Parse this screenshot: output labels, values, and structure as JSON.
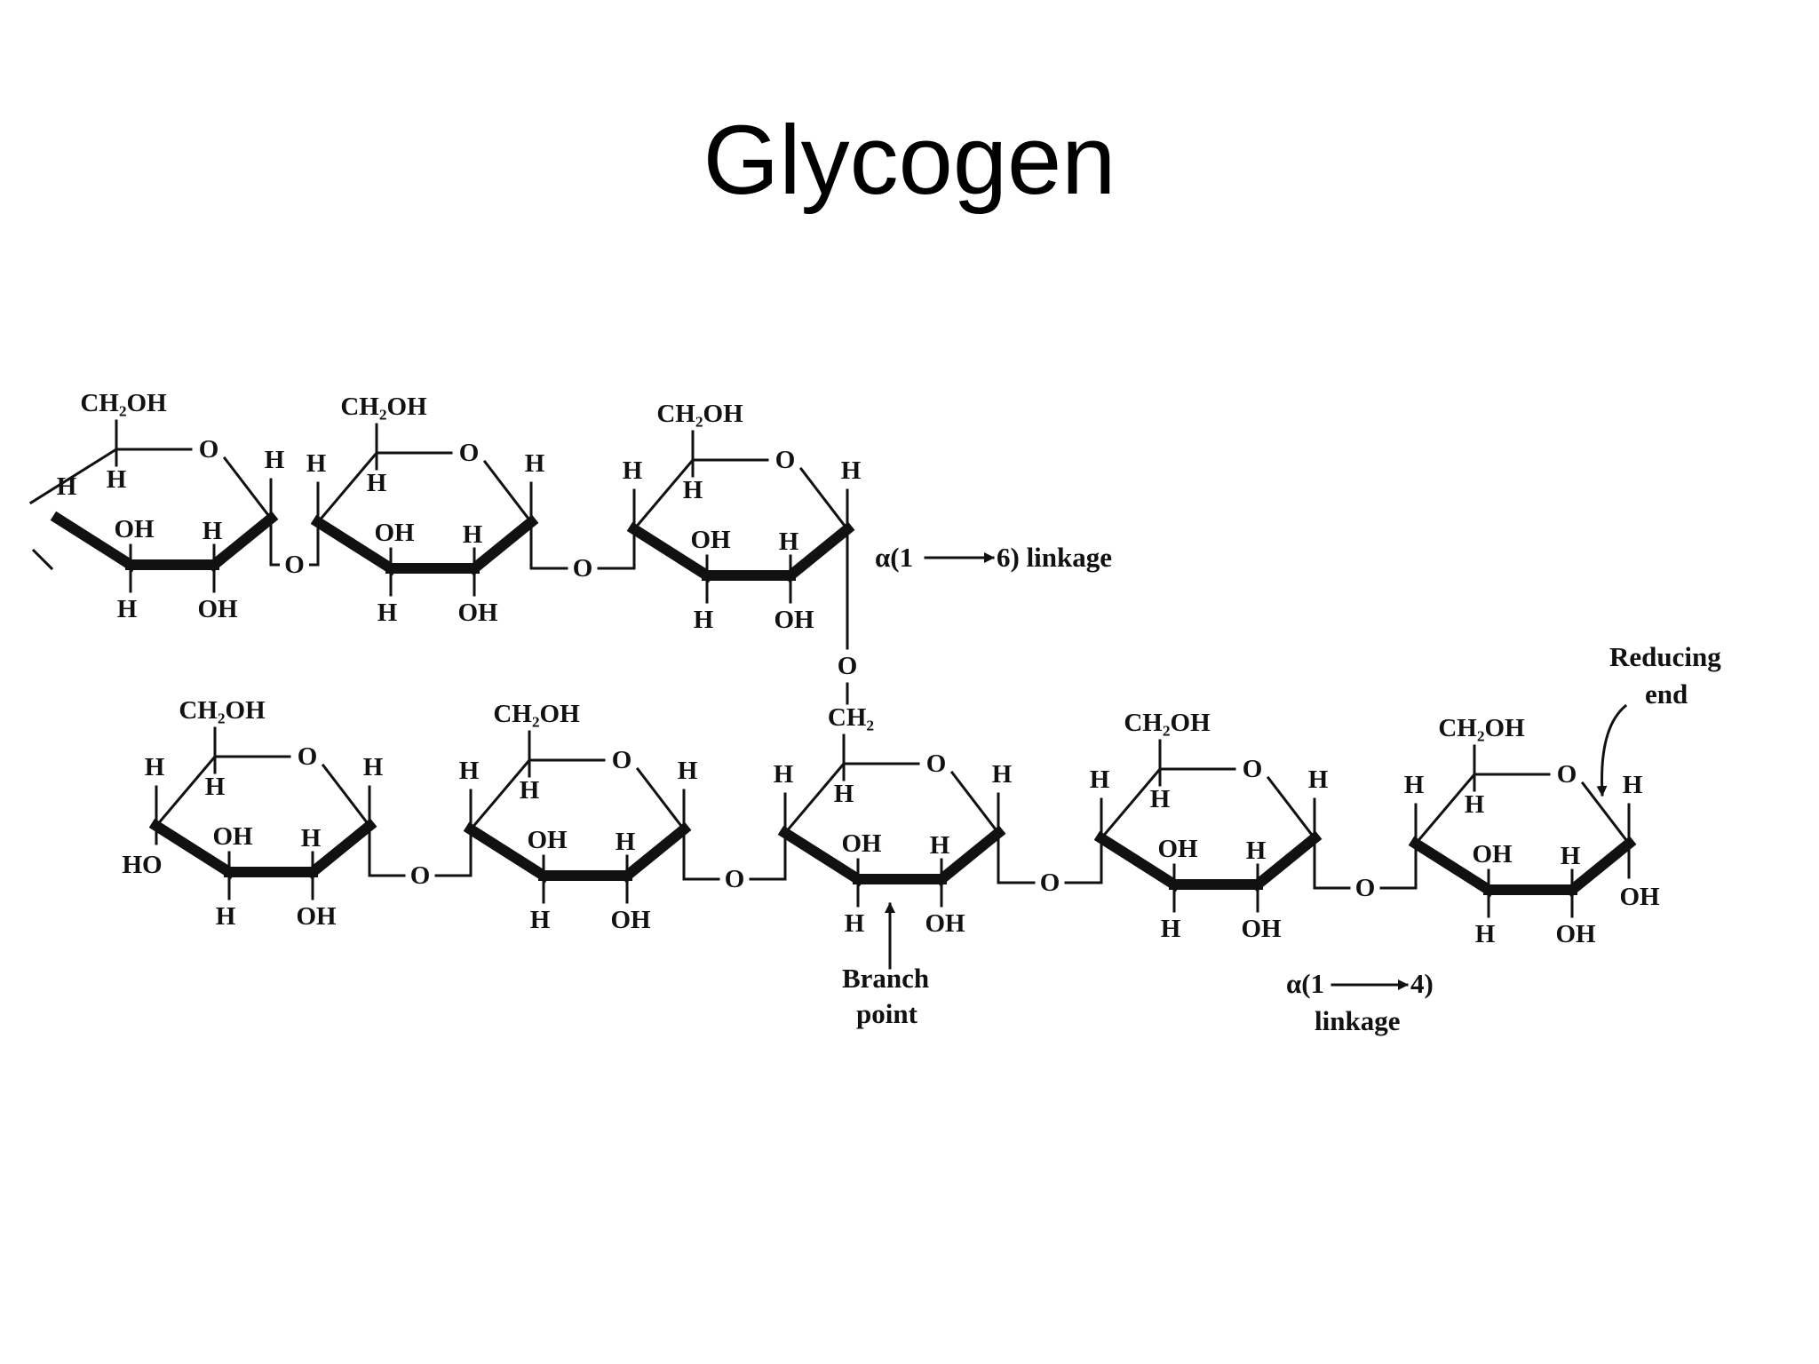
{
  "title": "Glycogen",
  "atoms": {
    "ch2oh": "CH₂OH",
    "ch2": "CH₂",
    "o": "O",
    "h": "H",
    "oh": "OH",
    "ho": "HO"
  },
  "labels": {
    "a16_prefix": "α(1",
    "a16_suffix": "6) linkage",
    "a14_prefix": "α(1",
    "a14_suffix": "4)",
    "a14_word": "linkage",
    "branch_1": "Branch",
    "branch_2": "point",
    "reducing_1": "Reducing",
    "reducing_2": "end"
  },
  "structure": {
    "top_chain_units": 3,
    "bottom_chain_units": 5,
    "branch_unit_index": 2,
    "reducing_end_unit_index": 4
  },
  "colors": {
    "ink": "#111111",
    "background": "#ffffff"
  }
}
